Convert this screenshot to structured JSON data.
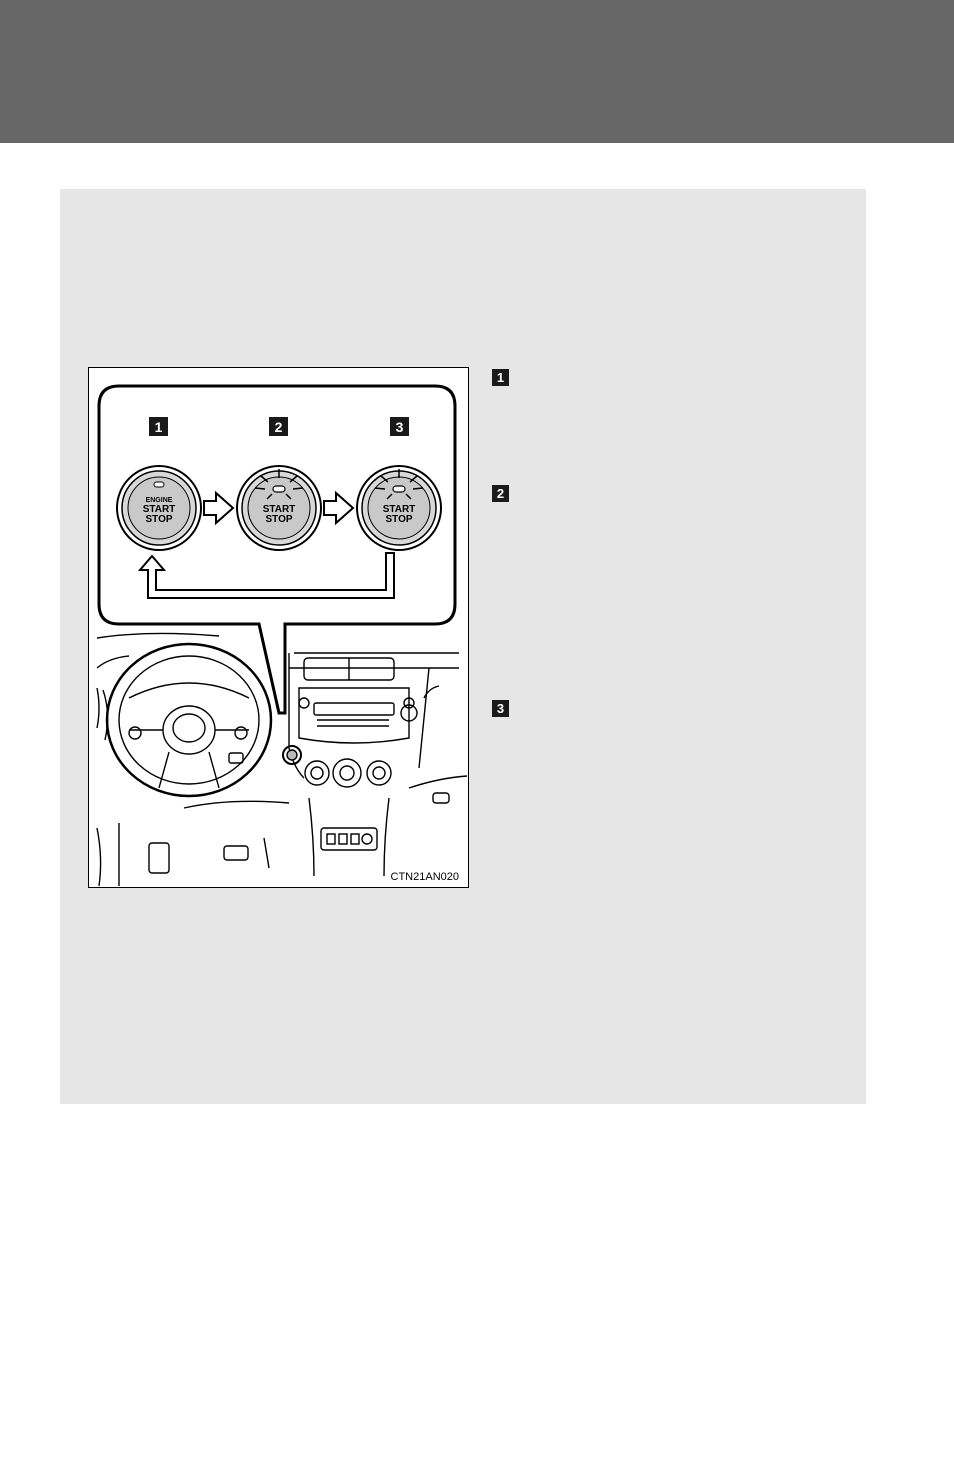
{
  "figure": {
    "steps": [
      "1",
      "2",
      "3"
    ],
    "buttons": [
      {
        "line1": "ENGINE",
        "line2": "START",
        "line3": "STOP"
      },
      {
        "line2": "START",
        "line3": "STOP"
      },
      {
        "line2": "START",
        "line3": "STOP"
      }
    ],
    "code": "CTN21AN020"
  },
  "side_steps": [
    "1",
    "2",
    "3"
  ]
}
